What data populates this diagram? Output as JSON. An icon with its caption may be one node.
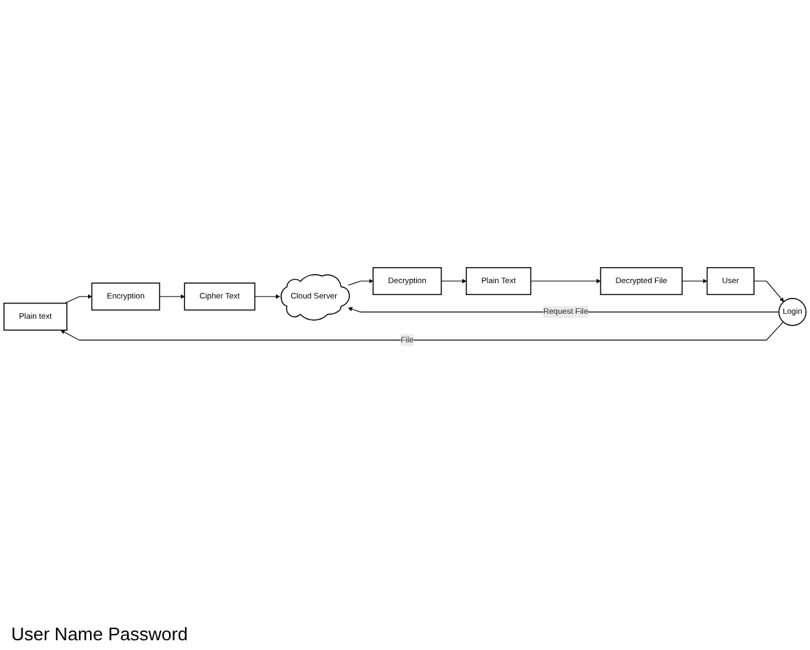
{
  "diagram": {
    "nodes": [
      {
        "text": [
          "Plain text"
        ]
      },
      {
        "text": [
          "Encryption"
        ]
      },
      {
        "text": [
          "Cipher Text"
        ]
      },
      {
        "text": [
          "User"
        ]
      },
      {
        "text": [
          "Login"
        ]
      },
      {
        "text": [
          "Cloud Server"
        ]
      },
      {
        "text": [
          "Decrypted File"
        ]
      },
      {
        "text": [
          "Plain Text"
        ]
      },
      {
        "text": [
          "Decryption"
        ]
      }
    ],
    "edges": [
      {
        "from": 0,
        "to": 1,
        "arrow": "to"
      },
      {
        "from": 1,
        "to": 2,
        "arrow": "to"
      },
      {
        "from": 2,
        "to": 5,
        "arrow": "to"
      },
      {
        "from": 3,
        "to": 4,
        "arrow": "to"
      },
      {
        "from": 4,
        "to": 0,
        "arrow": "to",
        "label": "File"
      },
      {
        "from": 4,
        "to": 5,
        "arrow": "to",
        "label": "Request File"
      },
      {
        "from": 5,
        "to": 8,
        "arrow": "to"
      },
      {
        "from": 8,
        "to": 7,
        "arrow": "to"
      },
      {
        "from": 7,
        "to": 6,
        "arrow": "to"
      },
      {
        "from": 6,
        "to": 3,
        "arrow": "to"
      }
    ],
    "labels": [
      "User Name Password"
    ]
  }
}
